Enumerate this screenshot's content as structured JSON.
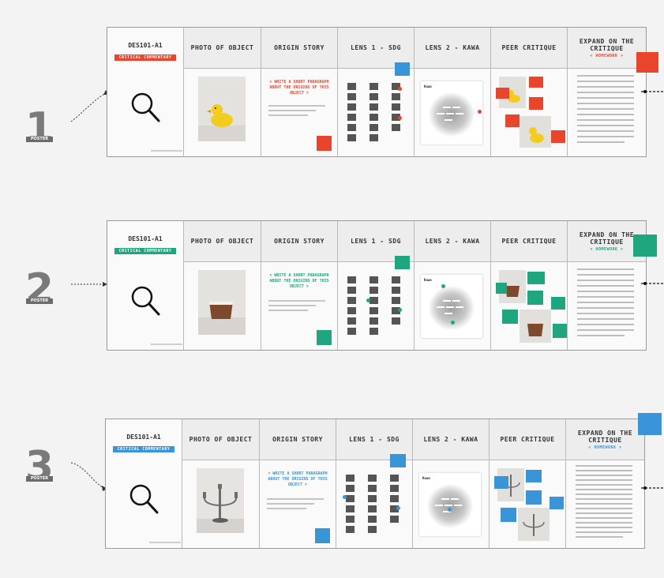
{
  "colors": {
    "poster1": "#e8452c",
    "poster2": "#1fa67e",
    "poster3": "#3a95d8",
    "gray_text": "#7a7a7a",
    "border": "#9a9a9a"
  },
  "posters": [
    {
      "number": "1",
      "tag": "POSTER",
      "course": "DES101-A1",
      "badge": "CRITICAL COMMENTARY",
      "accent": "#e8452c",
      "columns": {
        "photo": "PHOTO OF OBJECT",
        "origin": "ORIGIN STORY",
        "lens1": "LENS 1 - SDG",
        "lens2": "LENS 2 - KAWA",
        "peer": "PEER CRITIQUE",
        "expand": "EXPAND ON THE CRITIQUE",
        "expand_sub": "< HOMEWORK >"
      },
      "prompt": "< WRITE A SHORT PARAGRAPH ABOUT THE ORIGINS OF THIS OBJECT >",
      "object": "rubber-duck",
      "kawa_title": "Kawa"
    },
    {
      "number": "2",
      "tag": "POSTER",
      "course": "DES101-A1",
      "badge": "CRITICAL COMMENTARY",
      "accent": "#1fa67e",
      "columns": {
        "photo": "PHOTO OF OBJECT",
        "origin": "ORIGIN STORY",
        "lens1": "LENS 1 - SDG",
        "lens2": "LENS 2 - KAWA",
        "peer": "PEER CRITIQUE",
        "expand": "EXPAND ON THE CRITIQUE",
        "expand_sub": "< HOMEWORK >"
      },
      "prompt": "< WRITE A SHORT PARAGRAPH ABOUT THE ORIGINS OF THIS OBJECT >",
      "object": "teacup",
      "kawa_title": "Kawa"
    },
    {
      "number": "3",
      "tag": "POSTER",
      "course": "DES101-A1",
      "badge": "CRITICAL COMMENTARY",
      "accent": "#3a95d8",
      "columns": {
        "photo": "PHOTO OF OBJECT",
        "origin": "ORIGIN STORY",
        "lens1": "LENS 1 - SDG",
        "lens2": "LENS 2 - KAWA",
        "peer": "PEER CRITIQUE",
        "expand": "EXPAND ON THE CRITIQUE",
        "expand_sub": "< HOMEWORK >"
      },
      "prompt": "< WRITE A SHORT PARAGRAPH ABOUT THE ORIGINS OF THIS OBJECT >",
      "object": "candelabra",
      "kawa_title": "Kawa"
    }
  ],
  "icons": [
    "magnifier-icon",
    "sdg-goal-icon",
    "arrow-icon"
  ]
}
